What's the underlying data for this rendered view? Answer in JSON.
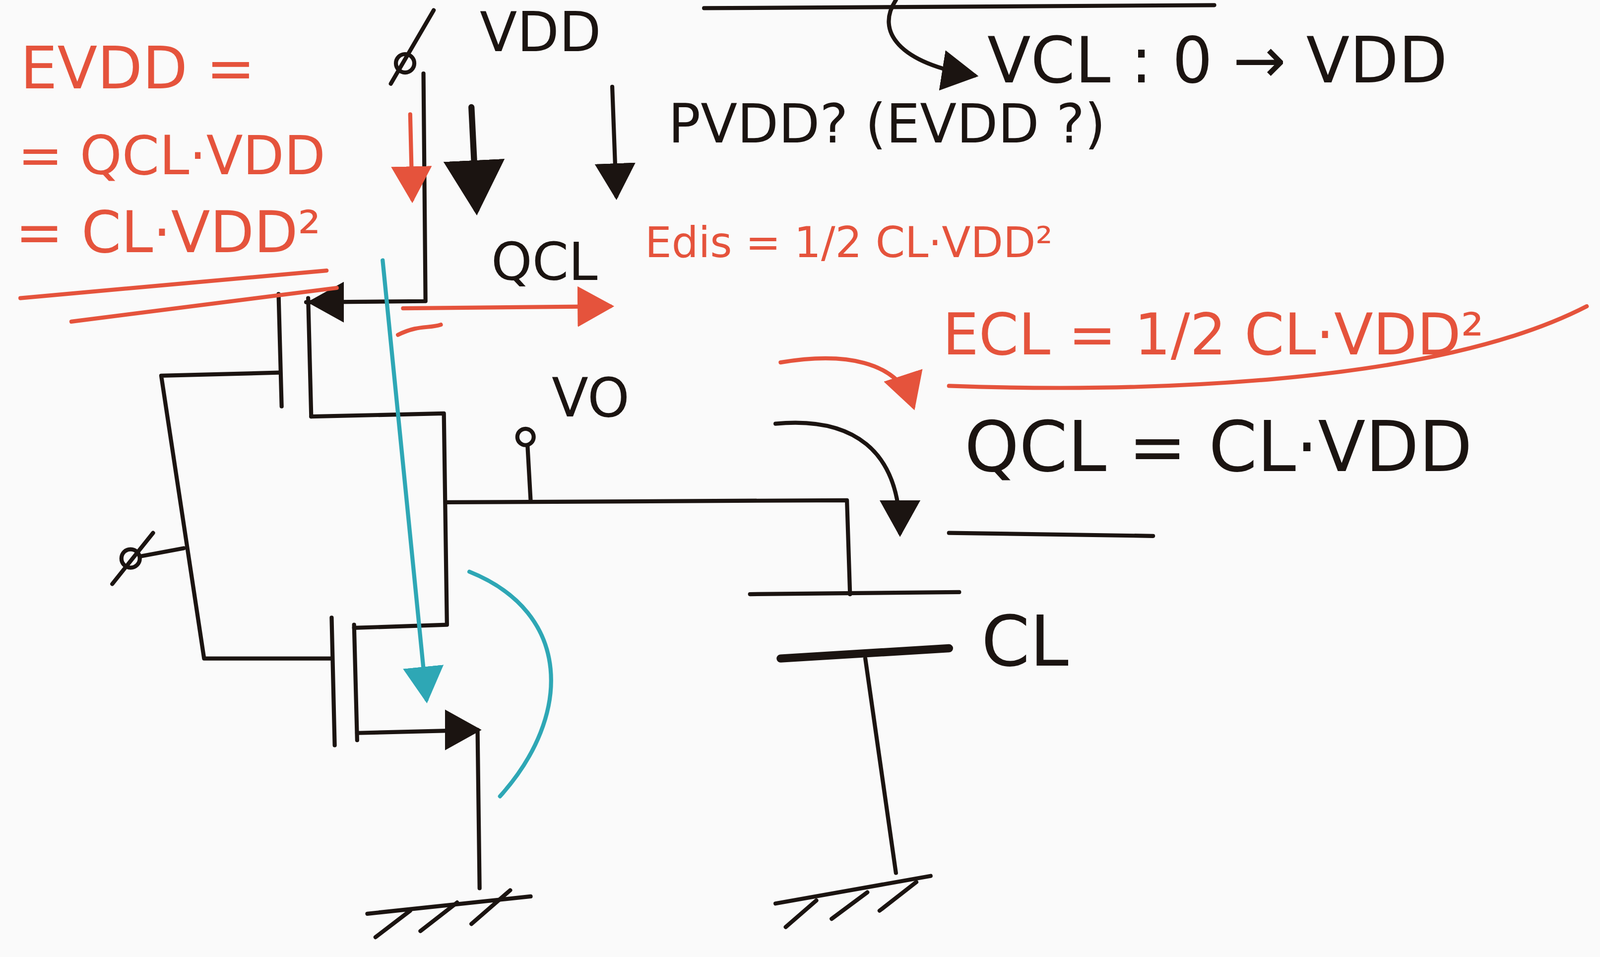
{
  "diagram": {
    "labels": [
      "VDD",
      "VCL : 0 → VDD",
      "EVDD =",
      "PVDD? (EVDD ?)",
      "= QCL·VDD",
      "= CL·VDD²",
      "QCL",
      "Edis = 1/2 CL·VDD²",
      "ECL = 1/2 CL·VDD²",
      "VO",
      "QCL = CL·VDD",
      "CL"
    ]
  }
}
